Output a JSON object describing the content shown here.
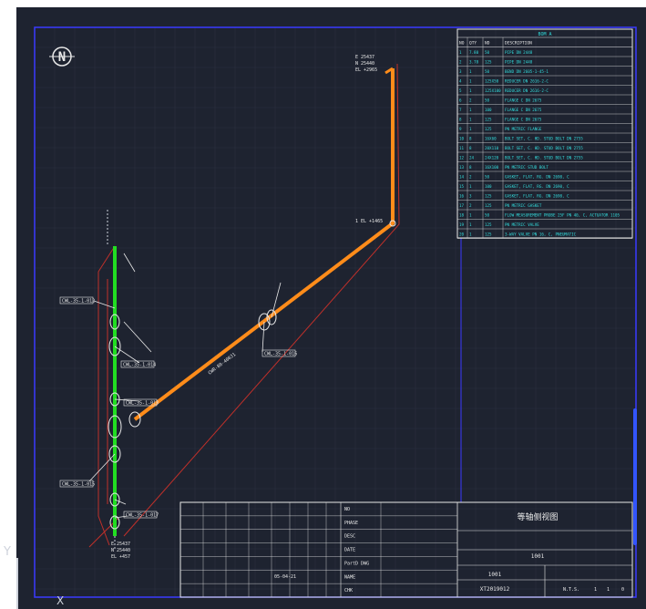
{
  "drawing": {
    "north_symbol": "N",
    "top_note": [
      "E 25437",
      "N 25440",
      "EL +2965"
    ],
    "bottom_note": [
      "E 25437",
      "N 25440",
      "EL +457"
    ],
    "elbow_note": "1 EL +1465",
    "line_label": "CWR-80-400J1",
    "tags": [
      "CWL-35-1-012",
      "CWL-35-1-014",
      "CWL-35-1-013",
      "CWL-35-1-015",
      "CWL-35-1-016",
      "CWL-35-1-017"
    ]
  },
  "bom": {
    "title": "BOM A",
    "headers": [
      "NO",
      "QTY",
      "ND",
      "DESCRIPTION"
    ],
    "rows": [
      [
        "1",
        "7.80",
        "50",
        "PIPE DN 2448"
      ],
      [
        "2",
        "3.78",
        "125",
        "PIPE DN 2448"
      ],
      [
        "3",
        "1",
        "50",
        "BEND DN 2605-1-45-1"
      ],
      [
        "4",
        "1",
        "125X50",
        "REDUCER DN 2616-2-C"
      ],
      [
        "5",
        "1",
        "125X100",
        "REDUCER DN 2616-2-C"
      ],
      [
        "6",
        "2",
        "50",
        "FLANGE C DN 2675"
      ],
      [
        "7",
        "1",
        "100",
        "FLANGE C DN 2675"
      ],
      [
        "8",
        "1",
        "125",
        "FLANGE C DN 2675"
      ],
      [
        "9",
        "1",
        "125",
        "PN METRIC FLANGE"
      ],
      [
        "10",
        "8",
        "16X60",
        "BOLT SET, C. HD. STUD BOLT DN 2755"
      ],
      [
        "11",
        "8",
        "20X110",
        "BOLT SET, C. HD. STUD BOLT DN 2755"
      ],
      [
        "12",
        "24",
        "24X120",
        "BOLT SET, C. HD. STUD BOLT DN 2755"
      ],
      [
        "13",
        "8",
        "16X100",
        "PN METRIC STUD BOLT"
      ],
      [
        "14",
        "2",
        "50",
        "GASKET, FLAT, RG. DN 2690, C"
      ],
      [
        "15",
        "1",
        "100",
        "GASKET, FLAT, RG. DN 2690, C"
      ],
      [
        "16",
        "3",
        "125",
        "GASKET, FLAT, RG. DN 2690, C"
      ],
      [
        "17",
        "2",
        "125",
        "PN METRIC GASKET"
      ],
      [
        "18",
        "1",
        "50",
        "FLOW MEASUREMENT PROBE 25F PN 40, C, ACTUATOR 1105"
      ],
      [
        "19",
        "1",
        "125",
        "PN METRIC VALVE"
      ],
      [
        "20",
        "1",
        "125",
        "3-WAY VALVE PN 16, C, PNEUMATIC"
      ]
    ]
  },
  "title_block": {
    "row_labels": [
      "NO",
      "PHASE",
      "DESC",
      "DATE",
      "PartD DWG",
      "NAME",
      "CHK"
    ],
    "drawing_title": "等轴侧视图",
    "date": "05-04-21",
    "drawing_no": "1001",
    "sheet": "1001",
    "project_no": "XT2019012",
    "scale": "N.T.S.",
    "page": "1",
    "of": "1",
    "rev": "0"
  },
  "ucs": {
    "x_label": "X",
    "y_label": "Y"
  },
  "colors": {
    "background": "#1e2330",
    "frame": "#3a3aff",
    "pipe_main": "#ff8c1a",
    "pipe_green": "#22dd22",
    "dim_red": "#c0302a",
    "text_white": "#e8e8e8",
    "bom_text": "#33dddd"
  }
}
